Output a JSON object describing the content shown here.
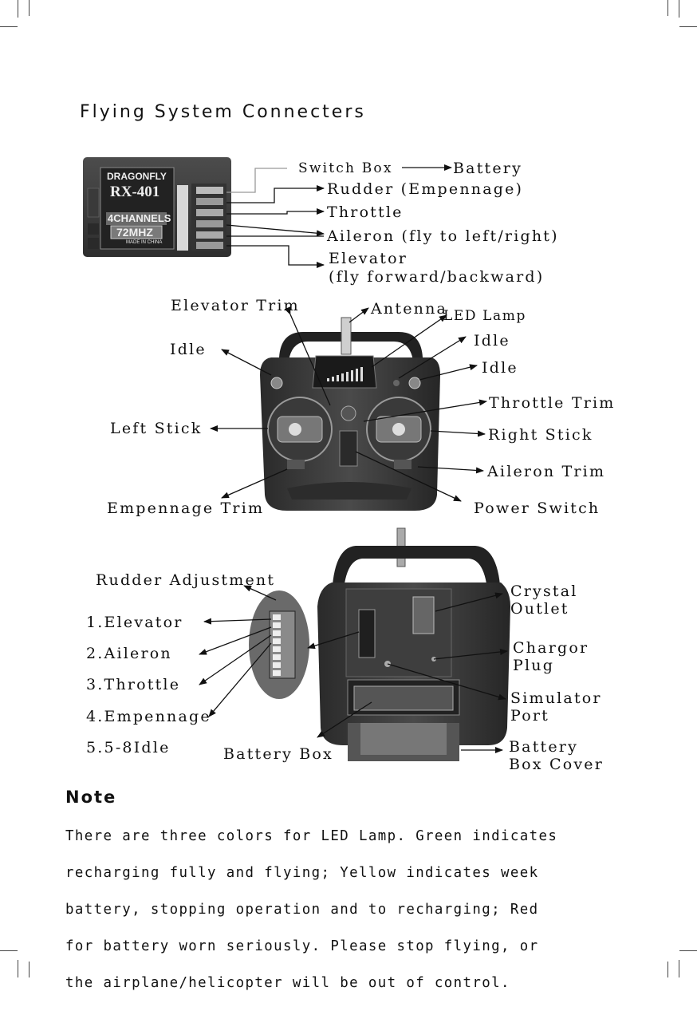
{
  "heading": "Flying System Connecters",
  "receiver": {
    "brand": "DRAGONFLY",
    "model": "RX-401",
    "channels": "4CHANNELS",
    "frequency": "72MHZ",
    "made_in": "MADE IN CHINA"
  },
  "receiver_labels": {
    "switch_box": "Switch Box",
    "battery": "Battery",
    "rudder": "Rudder (Empennage)",
    "throttle": "Throttle",
    "aileron": "Aileron (fly to left/right)",
    "elevator_1": "Elevator",
    "elevator_2": "(fly forward/backward)"
  },
  "front_labels": {
    "elevator_trim": "Elevator Trim",
    "antenna": "Antenna",
    "led_lamp": "LED Lamp",
    "idle_left": "Idle",
    "idle_right_1": "Idle",
    "idle_right_2": "Idle",
    "throttle_trim": "Throttle Trim",
    "left_stick": "Left Stick",
    "right_stick": "Right Stick",
    "aileron_trim": "Aileron Trim",
    "empennage_trim": "Empennage Trim",
    "power_switch": "Power Switch"
  },
  "back_labels": {
    "rudder_adjustment": "Rudder Adjustment",
    "ch1": "1.Elevator",
    "ch2": "2.Aileron",
    "ch3": "3.Throttle",
    "ch4": "4.Empennage",
    "ch5": "5.5-8Idle",
    "crystal_1": "Crystal",
    "crystal_2": "Outlet",
    "charger_1": "Chargor",
    "charger_2": "Plug",
    "simulator_1": "Simulator",
    "simulator_2": "Port",
    "battery_box": "Battery Box",
    "cover_1": "Battery",
    "cover_2": "Box Cover"
  },
  "note": {
    "title": "Note",
    "line1": "There are three colors for LED Lamp. Green indicates",
    "line2": "recharging fully and flying; Yellow indicates week",
    "line3": "battery, stopping operation and to recharging; Red",
    "line4": "for battery worn seriously. Please stop flying, or",
    "line5": "the airplane/helicopter will be out of control."
  }
}
